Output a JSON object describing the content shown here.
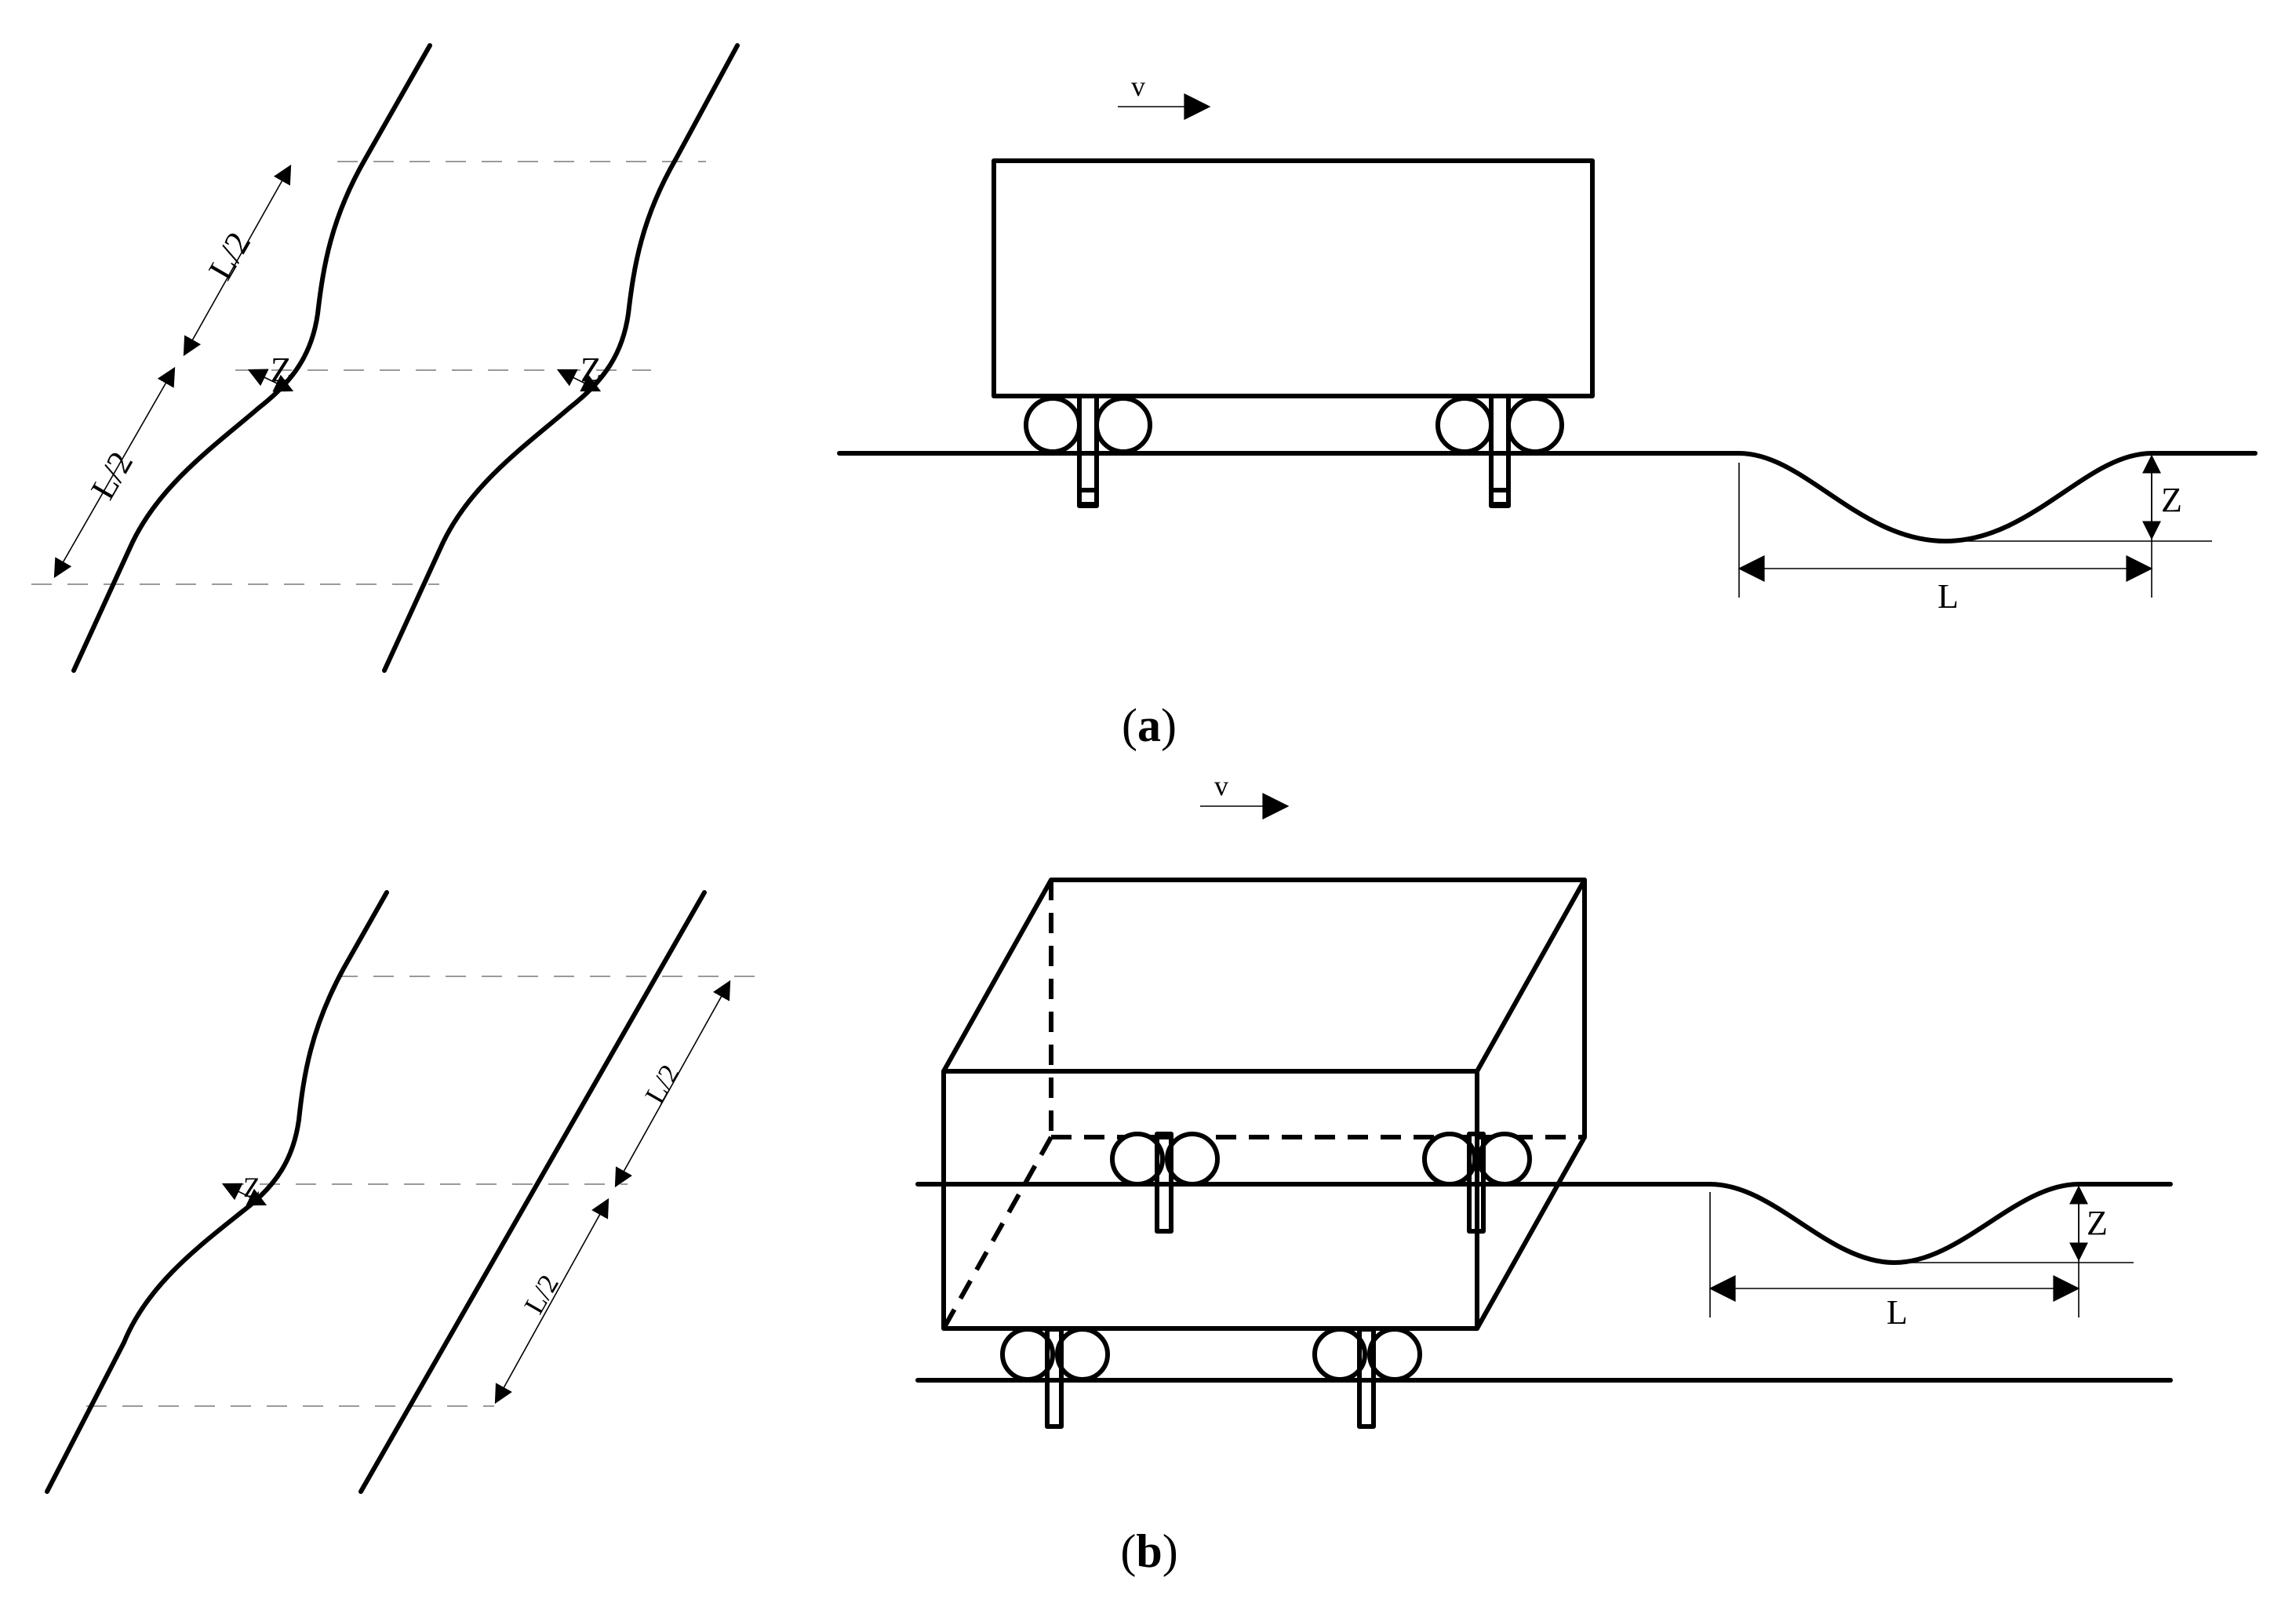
{
  "panel_a": {
    "caption_letter": "a",
    "velocity_label": "v",
    "plan_labels": {
      "half_length_upper": "L/2",
      "half_length_lower": "L/2",
      "amplitude": "Z",
      "amplitude_right": "Z"
    },
    "profile_labels": {
      "length": "L",
      "amplitude": "Z"
    }
  },
  "panel_b": {
    "caption_letter": "b",
    "velocity_label": "v",
    "plan_labels": {
      "amplitude": "Z",
      "half_length_upper": "L/2",
      "half_length_lower": "L/2"
    },
    "profile_labels": {
      "length": "L",
      "amplitude": "Z"
    }
  }
}
